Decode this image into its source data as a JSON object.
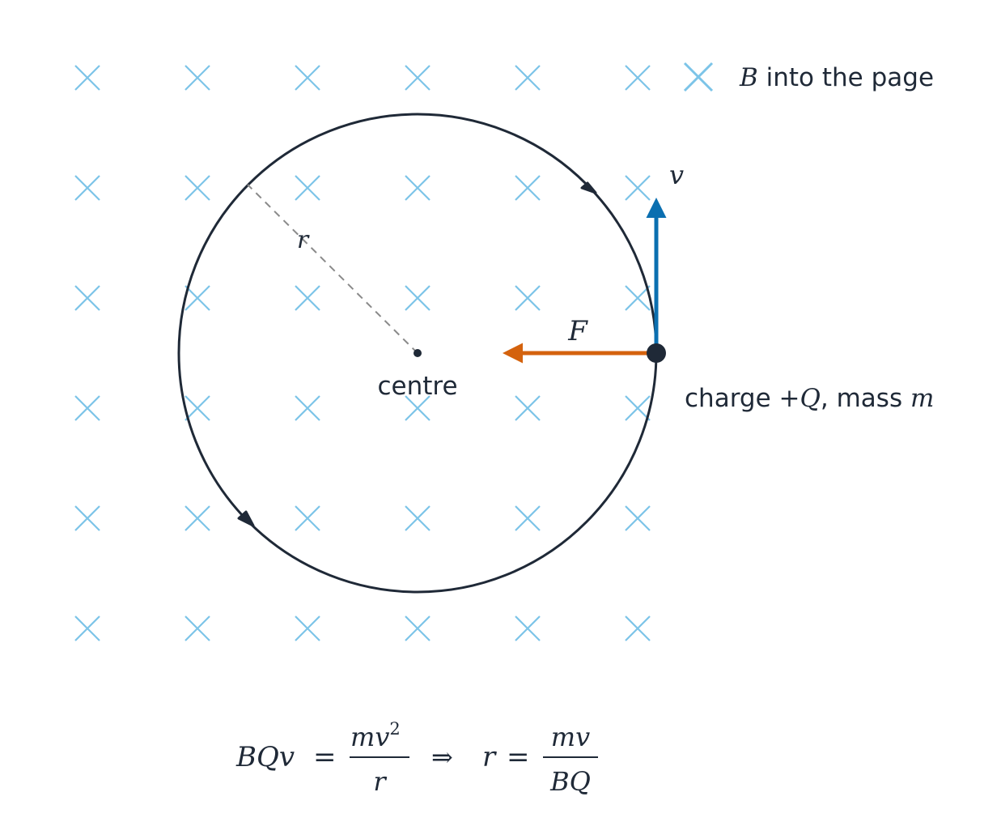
{
  "colors": {
    "ink": "#1f2937",
    "field": "#7cc4e8",
    "velocity": "#0b6fb0",
    "force": "#d4620d",
    "radius": "#8a8a8a"
  },
  "legend": {
    "symbol": "B",
    "text": " into the page"
  },
  "labels": {
    "velocity": "v",
    "force": "F",
    "radius": "r",
    "centre": "centre",
    "charge_prefix": "charge ",
    "charge_symbol": "+Q",
    "charge_mid": ", mass ",
    "mass_symbol": "m"
  },
  "equation": {
    "lhs": "BQv",
    "eq1": "=",
    "frac1_num": "mv",
    "frac1_num_exp": "2",
    "frac1_den": "r",
    "implies": "⇒",
    "r": "r",
    "eq2": "=",
    "frac2_num": "mv",
    "frac2_den": "BQ"
  }
}
